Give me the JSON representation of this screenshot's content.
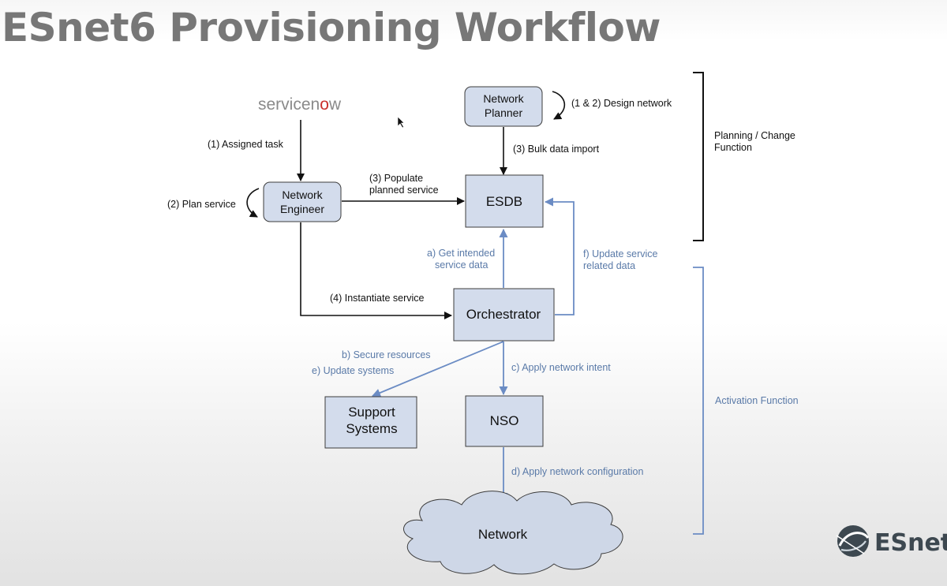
{
  "slide": {
    "title": "ESnet6 Provisioning Workflow"
  },
  "logos": {
    "servicenow": {
      "text_main": "servicen",
      "text_o": "o",
      "text_w": "w"
    },
    "esnet": {
      "text": "ESnet"
    }
  },
  "nodes": {
    "network_planner": {
      "line1": "Network",
      "line2": "Planner"
    },
    "network_engineer": {
      "line1": "Network",
      "line2": "Engineer"
    },
    "esdb": {
      "label": "ESDB"
    },
    "orchestrator": {
      "label": "Orchestrator"
    },
    "support_systems": {
      "line1": "Support",
      "line2": "Systems"
    },
    "nso": {
      "label": "NSO"
    },
    "network": {
      "label": "Network"
    }
  },
  "edges": {
    "design_network": "(1 & 2) Design network",
    "bulk_import": "(3) Bulk data import",
    "assigned_task": "(1) Assigned task",
    "plan_service": "(2) Plan service",
    "populate_line1": "(3) Populate",
    "populate_line2": "planned service",
    "instantiate": "(4) Instantiate service",
    "get_intended_line1": "a) Get intended",
    "get_intended_line2": "service data",
    "update_service_line1": "f) Update service",
    "update_service_line2": "related data",
    "secure_resources": "b) Secure resources",
    "update_systems": "e) Update systems",
    "apply_intent": "c) Apply network intent",
    "apply_config": "d) Apply network configuration"
  },
  "brackets": {
    "planning_line1": "Planning / Change",
    "planning_line2": "Function",
    "activation": "Activation Function"
  },
  "colors": {
    "title": "#777777",
    "box_fill": "#d3dcec",
    "activation_blue": "#6b8cc4",
    "servicenow_red": "#c9302c",
    "servicenow_grey": "#8a8a8a",
    "esnet_dark": "#3d4850"
  }
}
